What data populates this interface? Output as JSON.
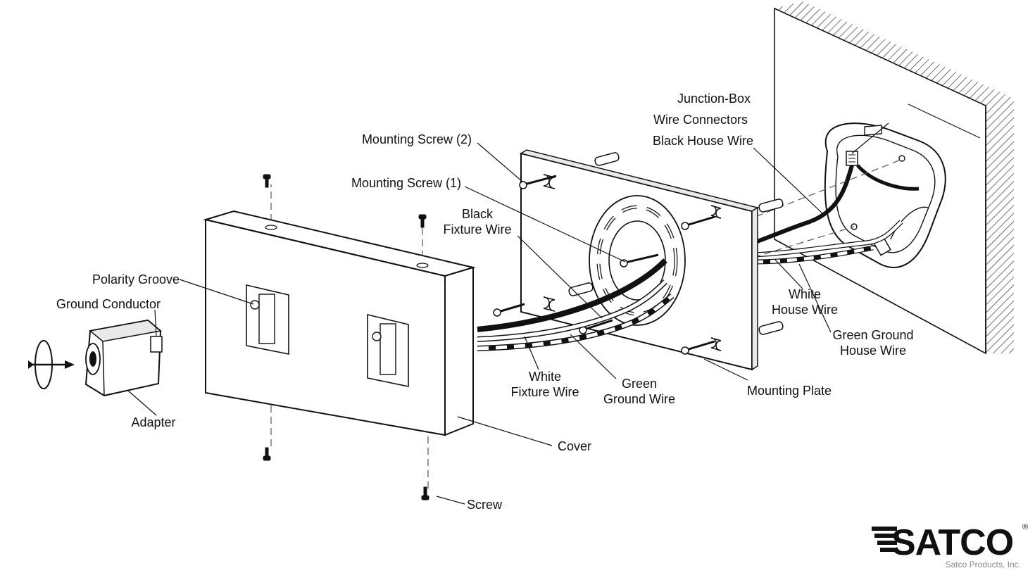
{
  "labels": {
    "junction_box": "Junction-Box",
    "wire_connectors": "Wire Connectors",
    "black_house_wire": "Black House Wire",
    "mounting_screw_2": "Mounting Screw (2)",
    "mounting_screw_1": "Mounting Screw (1)",
    "black_fixture_wire_1": "Black",
    "black_fixture_wire_2": "Fixture Wire",
    "polarity_groove": "Polarity Groove",
    "ground_conductor": "Ground Conductor",
    "adapter": "Adapter",
    "white_fixture_wire_1": "White",
    "white_fixture_wire_2": "Fixture Wire",
    "green_ground_wire_1": "Green",
    "green_ground_wire_2": "Ground Wire",
    "white_house_wire_1": "White",
    "white_house_wire_2": "House Wire",
    "green_ground_house_wire_1": "Green Ground",
    "green_ground_house_wire_2": "House Wire",
    "mounting_plate": "Mounting Plate",
    "cover": "Cover",
    "screw": "Screw"
  },
  "logo": {
    "brand": "SATCO",
    "registered": "®",
    "tagline": "Satco Products, Inc."
  },
  "colors": {
    "line": "#111111",
    "fill": "#ffffff",
    "shade": "#e9e9e9"
  }
}
